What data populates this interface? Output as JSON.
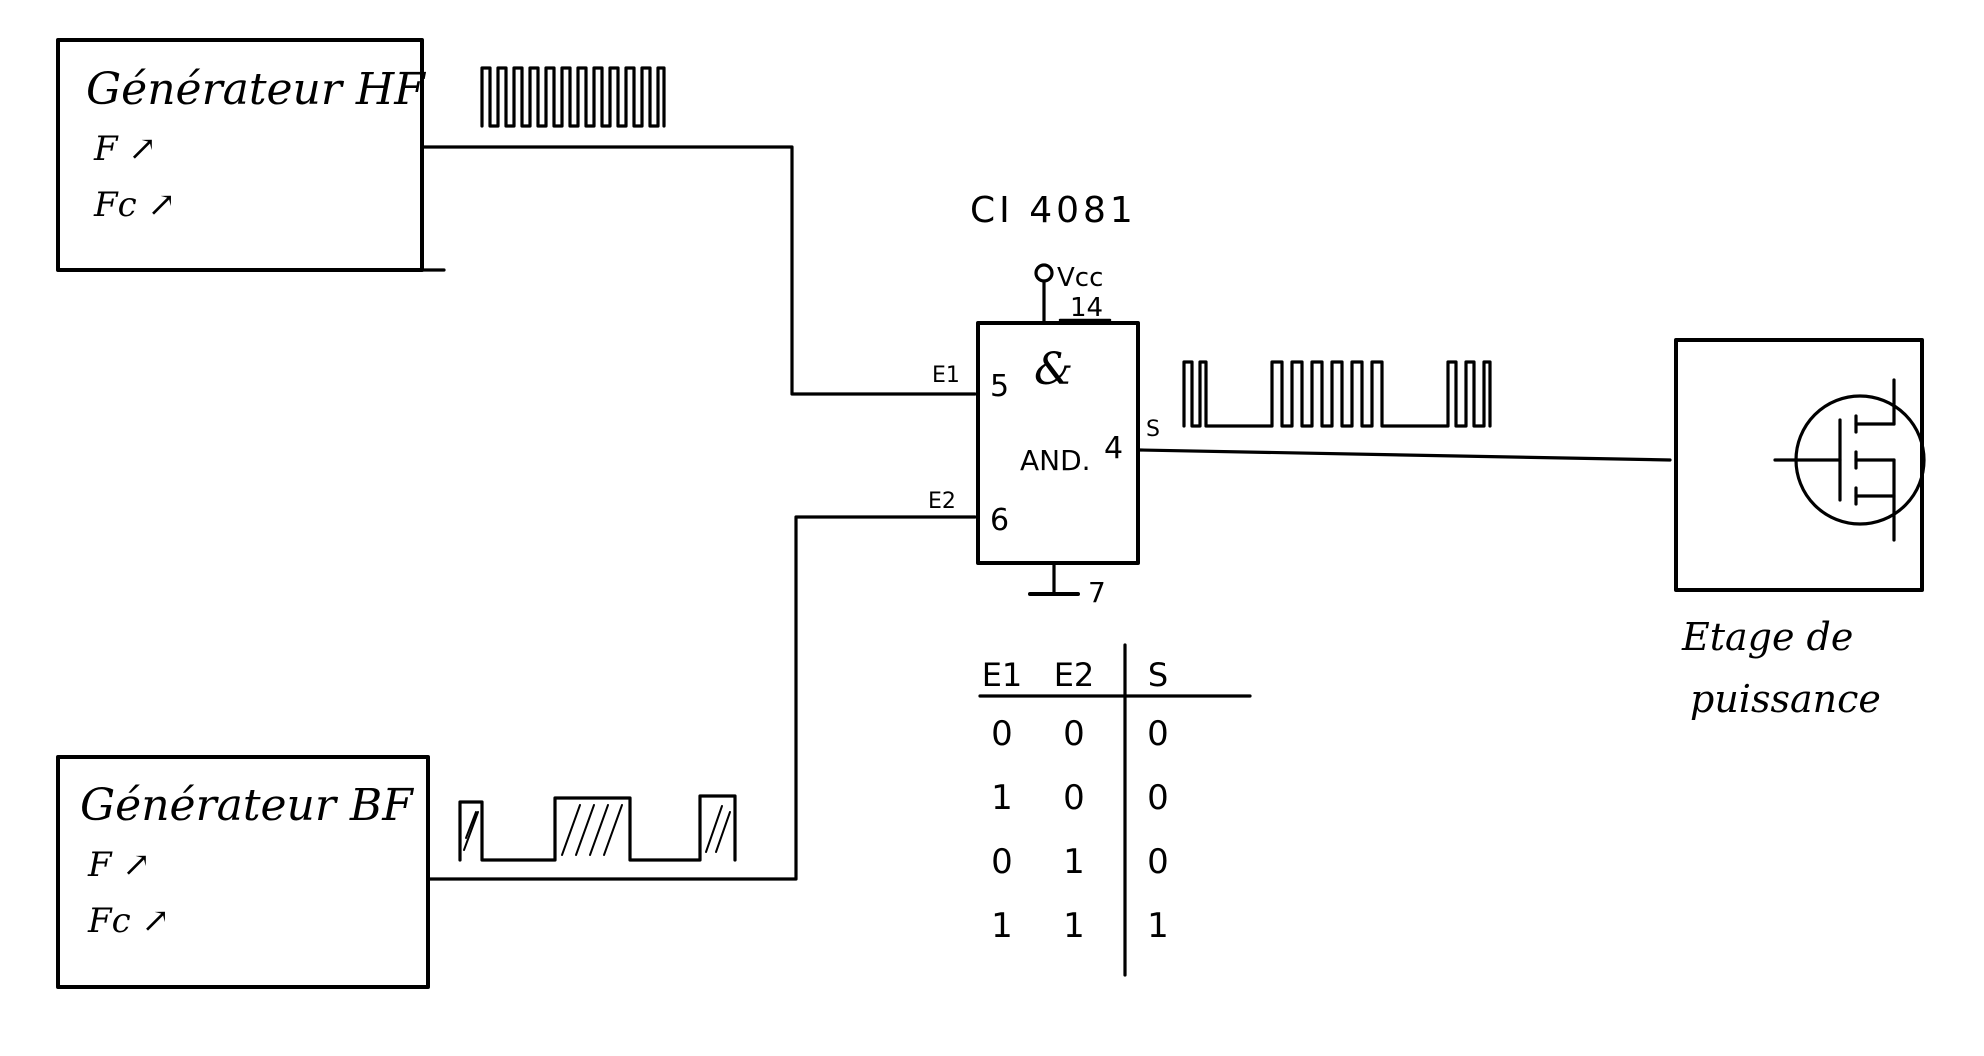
{
  "hf_generator": {
    "title": "Générateur HF",
    "line1": "F ↗",
    "line2": "Fc ↗"
  },
  "bf_generator": {
    "title": "Générateur BF",
    "line1": "F ↗",
    "line2": "Fc ↗"
  },
  "chip": {
    "name": "CI 4081",
    "vcc_label": "Vcc",
    "vcc_pin": "14",
    "gnd_pin": "7",
    "in1_label": "E1",
    "in1_pin": "5",
    "in2_label": "E2",
    "in2_pin": "6",
    "out_label": "S",
    "out_pin": "4",
    "gate_symbol": "&",
    "gate_text": "AND."
  },
  "power_stage": {
    "label_line1": "Etage de",
    "label_line2": "puissance"
  },
  "truth_table": {
    "headers": [
      "E1",
      "E2",
      "S"
    ],
    "rows": [
      [
        "0",
        "0",
        "0"
      ],
      [
        "1",
        "0",
        "0"
      ],
      [
        "0",
        "1",
        "0"
      ],
      [
        "1",
        "1",
        "1"
      ]
    ]
  }
}
